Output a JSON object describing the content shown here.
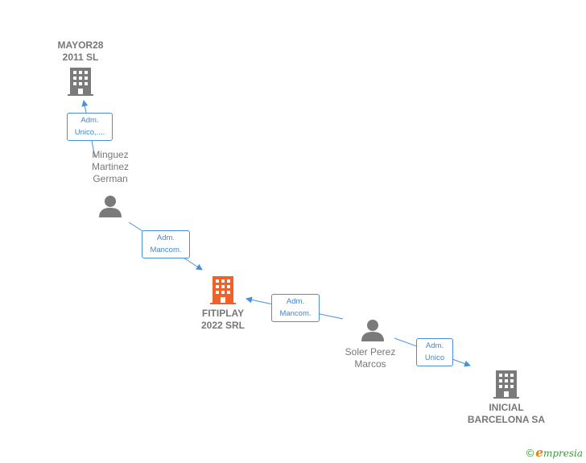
{
  "nodes": {
    "mayor28": {
      "label": "MAYOR28\n2011 SL",
      "icon": "building-icon",
      "color": "#7a7a7a"
    },
    "minguez": {
      "label": "Minguez\nMartinez\nGerman",
      "icon": "person-icon",
      "color": "#7a7a7a"
    },
    "fitiplay": {
      "label": "FITIPLAY\n2022 SRL",
      "icon": "building-icon",
      "color": "#f0622a"
    },
    "soler": {
      "label": "Soler Perez\nMarcos",
      "icon": "person-icon",
      "color": "#7a7a7a"
    },
    "inicial": {
      "label": "INICIAL\nBARCELONA SA",
      "icon": "building-icon",
      "color": "#7a7a7a"
    }
  },
  "edges": {
    "minguez_mayor28": {
      "label": "Adm.\nUnico,...."
    },
    "minguez_fitiplay": {
      "label": "Adm.\nMancom."
    },
    "soler_fitiplay": {
      "label": "Adm.\nMancom."
    },
    "soler_inicial": {
      "label": "Adm.\nUnico"
    }
  },
  "colors": {
    "edge": "#4a8fd9",
    "text": "#777777"
  },
  "watermark": {
    "symbol": "©",
    "brand_initial": "e",
    "brand_rest": "mpresia"
  }
}
